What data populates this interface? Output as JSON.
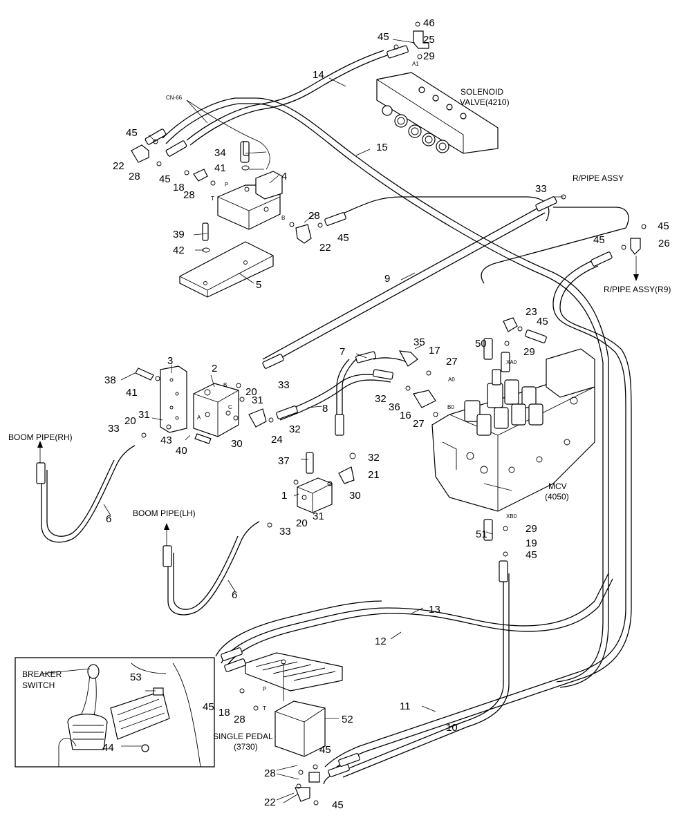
{
  "labels": {
    "solenoid_valve_l1": "SOLENOID",
    "solenoid_valve_l2": "VALVE(4210)",
    "cn66": "CN-66",
    "r_pipe_assy": "R/PIPE ASSY",
    "r_pipe_assy_r9": "R/PIPE ASSY(R9)",
    "boom_pipe_rh": "BOOM PIPE(RH)",
    "boom_pipe_lh": "BOOM PIPE(LH)",
    "mcv_l1": "MCV",
    "mcv_l2": "(4050)",
    "single_pedal_l1": "SINGLE PEDAL",
    "single_pedal_l2": "(3730)",
    "breaker_switch_l1": "BREAKER",
    "breaker_switch_l2": "SWITCH",
    "port_a1": "A1",
    "port_p": "P",
    "port_t": "T",
    "port_b": "B",
    "port_b2": "B",
    "port_a2": "A",
    "port_c": "C",
    "port_xa0": "XA0",
    "port_a0": "A0",
    "port_b0": "B0",
    "port_xb0": "XB0",
    "port_p2": "P",
    "port_t2": "T"
  },
  "parts": {
    "p46": "46",
    "p45a": "45",
    "p25": "25",
    "p29a": "29",
    "p14": "14",
    "p15": "15",
    "p45b": "45",
    "p22a": "22",
    "p28a": "28",
    "p34": "34",
    "p41a": "41",
    "p4": "4",
    "p45c": "45",
    "p18a": "18",
    "p28b": "28",
    "p39": "39",
    "p42": "42",
    "p5": "5",
    "p28c": "28",
    "p45d": "45",
    "p22b": "22",
    "p33a": "33",
    "p45e": "45",
    "p45f": "45",
    "p26": "26",
    "p9": "9",
    "p23": "23",
    "p45g": "45",
    "p50": "50",
    "p29b": "29",
    "p7": "7",
    "p35": "35",
    "p17": "17",
    "p27a": "27",
    "p3": "3",
    "p2": "2",
    "p38": "38",
    "p41b": "41",
    "p20a": "20",
    "p33b": "33",
    "p31a": "31",
    "p32a": "32",
    "p36": "36",
    "p16": "16",
    "p27b": "27",
    "p8": "8",
    "p32b": "32",
    "p24": "24",
    "p33c": "33",
    "p20b": "20",
    "p31b": "31",
    "p43": "43",
    "p40": "40",
    "p30a": "30",
    "p37": "37",
    "p32c": "32",
    "p21": "21",
    "p1": "1",
    "p30b": "30",
    "p31c": "31",
    "p20c": "20",
    "p33d": "33",
    "p6a": "6",
    "p6b": "6",
    "p51": "51",
    "p29c": "29",
    "p19": "19",
    "p45h": "45",
    "p13": "13",
    "p12": "12",
    "p11": "11",
    "p10": "10",
    "p53": "53",
    "p44": "44",
    "p45i": "45",
    "p18b": "18",
    "p28d": "28",
    "p52": "52",
    "p45j": "45",
    "p28e": "28",
    "p22c": "22",
    "p45k": "45"
  }
}
